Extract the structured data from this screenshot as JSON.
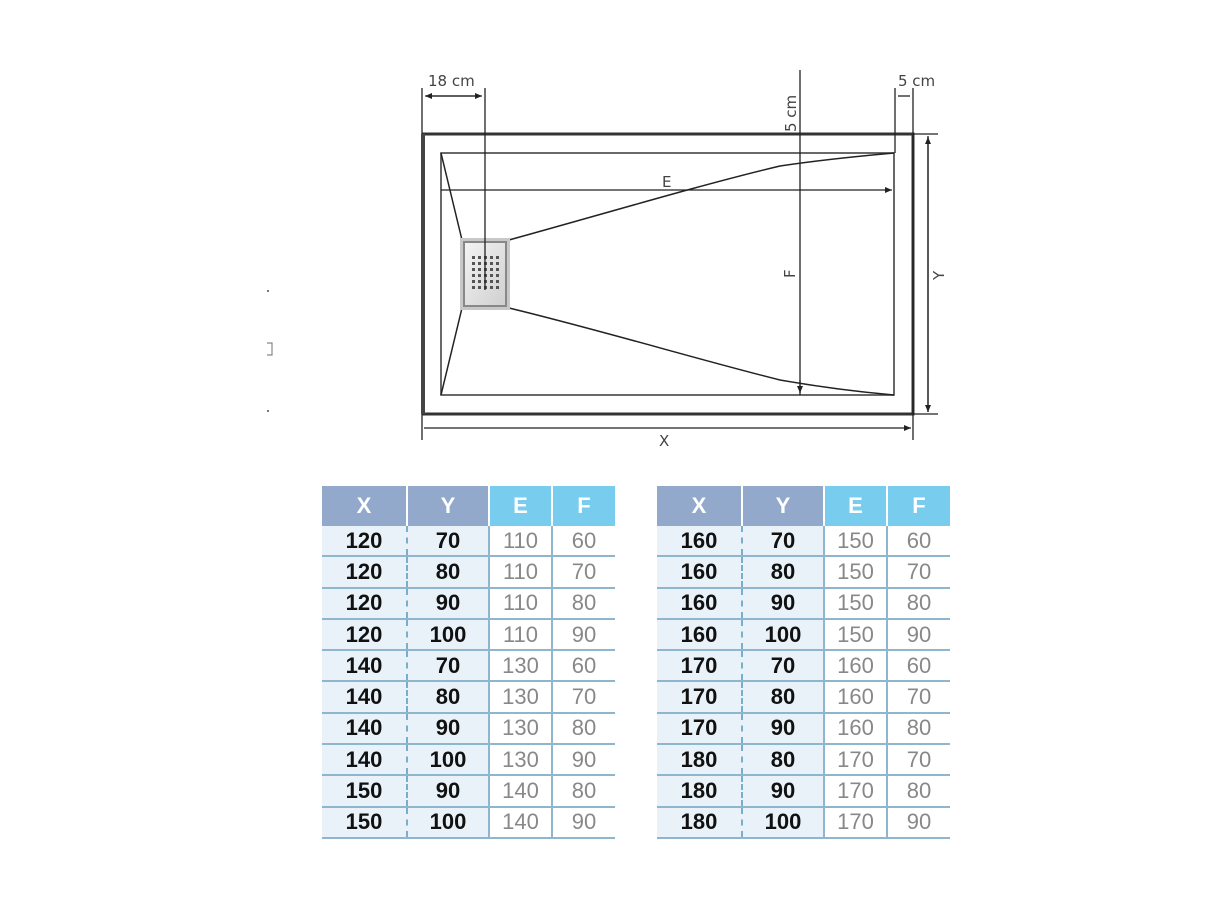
{
  "diagram": {
    "labels": {
      "left_margin": "18 cm",
      "top_margin": "5 cm",
      "right_margin": "5 cm",
      "length_E": "E",
      "width_F": "F",
      "total_X": "X",
      "total_Y": "Y"
    },
    "components": [
      "shower-tray-outline",
      "drain-grate",
      "slope-lines"
    ]
  },
  "tables": [
    {
      "headers": [
        "X",
        "Y",
        "E",
        "F"
      ],
      "rows": [
        [
          "120",
          "70",
          "110",
          "60"
        ],
        [
          "120",
          "80",
          "110",
          "70"
        ],
        [
          "120",
          "90",
          "110",
          "80"
        ],
        [
          "120",
          "100",
          "110",
          "90"
        ],
        [
          "140",
          "70",
          "130",
          "60"
        ],
        [
          "140",
          "80",
          "130",
          "70"
        ],
        [
          "140",
          "90",
          "130",
          "80"
        ],
        [
          "140",
          "100",
          "130",
          "90"
        ],
        [
          "150",
          "90",
          "140",
          "80"
        ],
        [
          "150",
          "100",
          "140",
          "90"
        ]
      ]
    },
    {
      "headers": [
        "X",
        "Y",
        "E",
        "F"
      ],
      "rows": [
        [
          "160",
          "70",
          "150",
          "60"
        ],
        [
          "160",
          "80",
          "150",
          "70"
        ],
        [
          "160",
          "90",
          "150",
          "80"
        ],
        [
          "160",
          "100",
          "150",
          "90"
        ],
        [
          "170",
          "70",
          "160",
          "60"
        ],
        [
          "170",
          "80",
          "160",
          "70"
        ],
        [
          "170",
          "90",
          "160",
          "80"
        ],
        [
          "180",
          "80",
          "170",
          "70"
        ],
        [
          "180",
          "90",
          "170",
          "80"
        ],
        [
          "180",
          "100",
          "170",
          "90"
        ]
      ]
    }
  ],
  "colors": {
    "header_xy": "#93a9cb",
    "header_ef": "#78cdee",
    "row_xy_bg": "#e8f2f8",
    "row_line": "#8fb6cf"
  }
}
